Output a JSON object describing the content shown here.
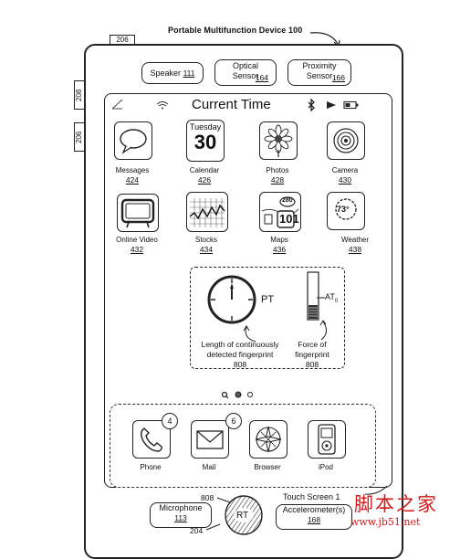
{
  "figure": {
    "title": "Portable Multifunction Device 100",
    "ref_206_top": "206",
    "ref_208": "208",
    "ref_206_side": "206"
  },
  "sensors": [
    {
      "label": "Speaker",
      "ref": "111"
    },
    {
      "label": "Optical Sensor",
      "ref": "164"
    },
    {
      "label": "Proximity Sensor",
      "ref": "166"
    }
  ],
  "status_bar": {
    "title": "Current Time"
  },
  "apps": [
    {
      "label": "Messages",
      "ref": "424",
      "icon": "speech-bubble-icon"
    },
    {
      "label": "Calendar",
      "ref": "426",
      "icon": "calendar-icon",
      "day": "Tuesday",
      "date": "30"
    },
    {
      "label": "Photos",
      "ref": "428",
      "icon": "flower-icon"
    },
    {
      "label": "Camera",
      "ref": "430",
      "icon": "camera-icon"
    },
    {
      "label": "Online Video",
      "ref": "432",
      "icon": "tv-icon"
    },
    {
      "label": "Stocks",
      "ref": "434",
      "icon": "stock-chart-icon"
    },
    {
      "label": "Maps",
      "ref": "436",
      "icon": "map-icon",
      "road": "280",
      "road2": "101"
    },
    {
      "label": "Weather",
      "ref": "438",
      "icon": "sun-icon",
      "temp": "73°"
    }
  ],
  "fingerprint": {
    "timer_label": "PT",
    "timer_caption": "Length of continuously detected fingerprint",
    "timer_ref": "808",
    "force_label": "AT",
    "force_sub": "0",
    "force_caption": "Force of fingerprint",
    "force_ref": "808"
  },
  "dock": [
    {
      "label": "Phone",
      "icon": "phone-icon",
      "badge": "4"
    },
    {
      "label": "Mail",
      "icon": "mail-icon",
      "badge": "6"
    },
    {
      "label": "Browser",
      "icon": "compass-icon"
    },
    {
      "label": "iPod",
      "icon": "ipod-icon"
    }
  ],
  "bottom": {
    "touch_screen": "Touch Screen 1",
    "microphone": "Microphone",
    "microphone_ref": "113",
    "accelerometer": "Accelerometer(s)",
    "accelerometer_ref": "168",
    "home_label": "RT",
    "ref_808": "808",
    "ref_204": "204"
  },
  "watermark": {
    "title": "脚本之家",
    "url": "www.jb51.net"
  }
}
